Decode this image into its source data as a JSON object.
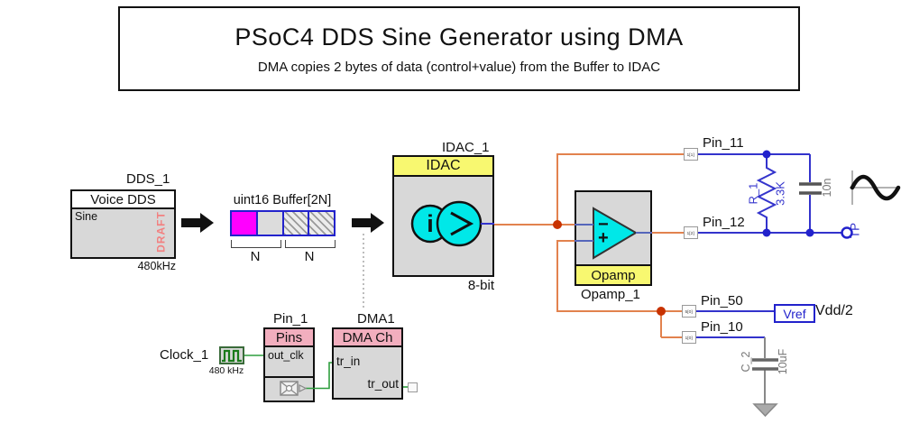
{
  "title_block": {
    "title": "PSoC4 DDS Sine Generator using DMA",
    "subtitle": "DMA copies 2 bytes of data (control+value) from the Buffer to IDAC"
  },
  "dds": {
    "instance": "DDS_1",
    "header": "Voice DDS",
    "mode": "Sine",
    "watermark": "DRAFT",
    "frequency": "480kHz"
  },
  "buffer": {
    "label": "uint16 Buffer[2N]",
    "bracket_left": "N",
    "bracket_right": "N"
  },
  "idac": {
    "instance": "IDAC_1",
    "header": "IDAC",
    "symbol_letter": "i",
    "resolution": "8-bit"
  },
  "opamp": {
    "instance": "Opamp_1",
    "header": "Opamp",
    "minus": "−",
    "plus": "+"
  },
  "pins": {
    "pin_11": {
      "label": "Pin_11",
      "terminal": "1[1]"
    },
    "pin_12": {
      "label": "Pin_12",
      "terminal": "1[2]"
    },
    "pin_50": {
      "label": "Pin_50",
      "terminal": "5[0]"
    },
    "pin_10": {
      "label": "Pin_10",
      "terminal": "1[0]"
    }
  },
  "analog": {
    "r1_name": "R_1",
    "r1_value": "3.3K",
    "c1_value": "10n",
    "c2_name": "C_2",
    "c2_value": "10uF",
    "vref_label": "Vref",
    "vref_value": "Vdd/2",
    "testpoint": "TP"
  },
  "pin1": {
    "instance": "Pin_1",
    "header": "Pins",
    "port": "out_clk"
  },
  "dma": {
    "instance": "DMA1",
    "header": "DMA Ch",
    "tr_in": "tr_in",
    "tr_out": "tr_out"
  },
  "clock": {
    "instance": "Clock_1",
    "frequency": "480 kHz"
  },
  "colors": {
    "analog_wire": "#E2824E",
    "junction_dot": "#C83200",
    "digital_wire": "#2E9E3E",
    "schematic_blue": "#3333CC",
    "component_fill": "#D8D8D8",
    "header_yellow": "#F8F870",
    "header_pink": "#F2AEBE",
    "symbol_cyan": "#00E8E8",
    "buffer_magenta": "#FF00FF",
    "draft_watermark": "#F28080"
  }
}
